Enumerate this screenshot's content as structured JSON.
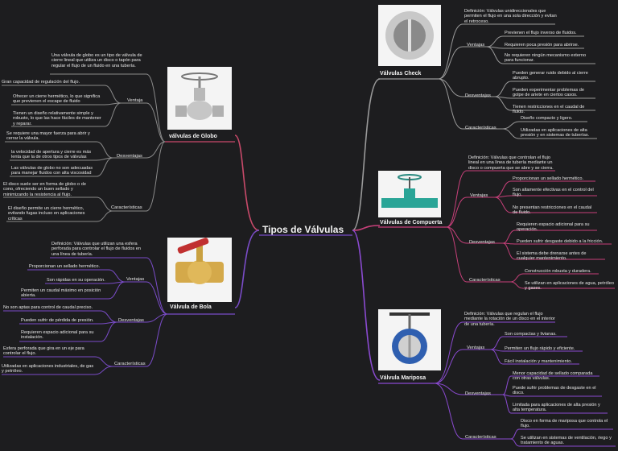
{
  "title": "Tipos de Válvulas",
  "colors": {
    "background": "#1d1d1f",
    "left": "#8a8a8a",
    "globo": "#c84a6a",
    "bola": "#7a4cc8",
    "check": "#9a9a9a",
    "compuerta": "#c8407a",
    "mariposa": "#8a4ad0"
  },
  "globo": {
    "name": "válvulas de Globo",
    "image_icon": "globe-valve-icon",
    "definition": "Una válvula de globo es un tipo de válvula de cierre lineal que utiliza un disco o tapón para regular el flujo de un fluido en una tubería.",
    "ventajas_label": "Ventaja",
    "ventajas": [
      "Gran capacidad de regulación del flujo.",
      "Ofrecer un cierre hermético, lo que significa que previenen el escape de fluido",
      "Tienen un diseño relativamente simple y robusto, lo que las hace fáciles de mantener y reparar."
    ],
    "desventajas_label": "Desventajas",
    "desventajas": [
      "Se requiere una mayor fuerza para abrir y cerrar la válvula.",
      "la velocidad de apertura y cierre es más lenta que la de otros tipos de válvulas",
      "Las válvulas de globo no son adecuadas para manejar fluidos con alta viscosidad"
    ],
    "caracteristicas_label": "Características",
    "caracteristicas": [
      "El disco suele ser en forma de globo o de cono, ofreciendo un buen sellado y minimizando la resistencia al flujo.",
      "El diseño permite un cierre hermético, evitando fugas incluso en aplicaciones críticas"
    ]
  },
  "bola": {
    "name": "Válvula de Bola",
    "image_icon": "ball-valve-icon",
    "definition": "Definición: Válvulas que utilizan una esfera perforada para controlar el flujo de fluidos en una línea de tubería.",
    "ventajas_label": "Ventajas",
    "ventajas": [
      "Proporcionan un sellado hermético.",
      "Son rápidas en su operación.",
      "Permiten un caudal máximo en posición abierta."
    ],
    "desventajas_label": "Desventajas",
    "desventajas": [
      "No son aptas para control de caudal preciso.",
      "Pueden sufrir de pérdida de presión.",
      "Requieren espacio adicional para su instalación."
    ],
    "caracteristicas_label": "Características",
    "caracteristicas": [
      "Esfera perforada que gira en un eje para controlar el flujo.",
      "Utilizadas en aplicaciones industriales, de gas y petróleo."
    ]
  },
  "check": {
    "name": "Válvulas Check",
    "image_icon": "check-valve-icon",
    "definition": "Definición: Válvulas unidireccionales que permiten el flujo en una sola dirección y evitan el retroceso.",
    "ventajas_label": "Ventajas",
    "ventajas": [
      "Previenen el flujo inverso de fluidos.",
      "Requieren poca presión para abrirse.",
      "No requieren ningún mecanismo externo para funcionar."
    ],
    "desventajas_label": "Desventajas",
    "desventajas": [
      "Pueden generar ruido debido al cierre abrupto.",
      "Pueden experimentar problemas de golpe de ariete en ciertos casos.",
      "Tienen restricciones en el caudal de fluido."
    ],
    "caracteristicas_label": "Características",
    "caracteristicas": [
      "Diseño compacto y ligero.",
      "Utilizadas en aplicaciones de alta presión y en sistemas de tuberías."
    ]
  },
  "compuerta": {
    "name": "Válvulas de Compuerta",
    "image_icon": "gate-valve-icon",
    "definition": "Definición: Válvulas que controlan el flujo lineal en una línea de tubería mediante un disco o compuerta que se abre y se cierra.",
    "ventajas_label": "Ventajas",
    "ventajas": [
      "Proporcionan un sellado hermético.",
      "Son altamente efectivas en el control del flujo.",
      "No presentan restricciones en el caudal de fluido."
    ],
    "desventajas_label": "Desventajas",
    "desventajas": [
      "Requieren espacio adicional para su operación.",
      "Pueden sufrir desgaste debido a la fricción.",
      "El sistema debe drenarse antes de cualquier mantenimiento."
    ],
    "caracteristicas_label": "Características",
    "caracteristicas": [
      "Construcción robusta y duradera.",
      "Se utilizan en aplicaciones de agua, petróleo y gases."
    ]
  },
  "mariposa": {
    "name": "Válvula Mariposa",
    "image_icon": "butterfly-valve-icon",
    "definition": "Definición: Válvulas que regulan el flujo mediante la rotación de un disco en el interior de una tubería.",
    "ventajas_label": "Ventajas",
    "ventajas": [
      "Son compactas y livianas.",
      "Permiten un flujo rápido y eficiente.",
      "Fácil instalación y mantenimiento."
    ],
    "desventajas_label": "Desventajas",
    "desventajas": [
      "Menor capacidad de sellado comparada con otras válvulas.",
      "Puede sufrir problemas de desgaste en el disco.",
      "Limitada para aplicaciones de alta presión y alta temperatura."
    ],
    "caracteristicas_label": "Características",
    "caracteristicas": [
      "Disco en forma de mariposa que controla el flujo.",
      "Se utilizan en sistemas de ventilación, riego y tratamiento de aguas."
    ]
  }
}
